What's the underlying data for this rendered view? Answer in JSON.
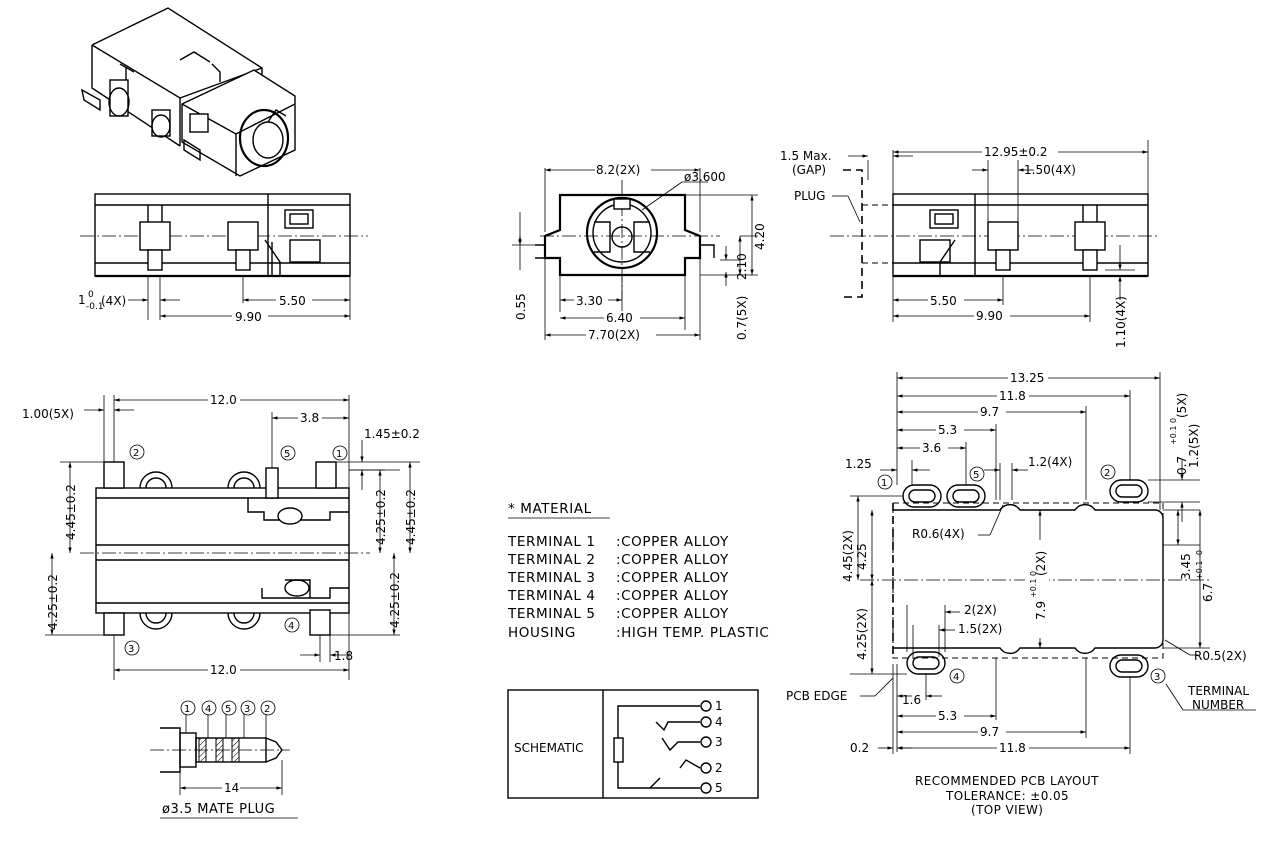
{
  "front_view": {
    "dims": {
      "d1": "1",
      "d1_sup": "0",
      "d1_sub": "-0.1",
      "d1_count": "(4X)",
      "d2": "5.50",
      "d3": "9.90"
    }
  },
  "end_view": {
    "dims": {
      "width": "8.2(2X)",
      "diameter": "ø3.600",
      "h_total": "4.20",
      "h_mid": "2.10",
      "gap_small": "0.55",
      "w1": "3.30",
      "w2": "6.40",
      "w3": "7.70(2X)",
      "t1": "0.7(5X)"
    }
  },
  "side_view": {
    "gap_label": "1.5 Max.",
    "gap_sub": "(GAP)",
    "plug_label": "PLUG",
    "dims": {
      "length": "12.95±0.2",
      "pin_w": "1.50(4X)",
      "d1": "5.50",
      "d2": "9.90",
      "pin_h": "1.10(4X)"
    }
  },
  "top_view": {
    "dims": {
      "w5": "1.00(5X)",
      "len_top": "12.0",
      "d38": "3.8",
      "d145": "1.45±0.2",
      "h_left": "4.45±0.2",
      "h_left2": "4.25±0.2",
      "h_mid_up": "4.25±0.2",
      "h_mid_dn": "4.25±0.2",
      "h_right": "4.45±0.2",
      "len_bot": "12.0",
      "d18": "1.8"
    },
    "terminals": [
      "1",
      "2",
      "3",
      "4",
      "5"
    ]
  },
  "plug": {
    "numbers": [
      "1",
      "4",
      "5",
      "3",
      "2"
    ],
    "length": "14",
    "caption": "ø3.5 MATE PLUG"
  },
  "material": {
    "title": "* MATERIAL",
    "rows": [
      {
        "part": "TERMINAL 1",
        "spec": ":COPPER ALLOY"
      },
      {
        "part": "TERMINAL 2",
        "spec": ":COPPER ALLOY"
      },
      {
        "part": "TERMINAL 3",
        "spec": ":COPPER ALLOY"
      },
      {
        "part": "TERMINAL 4",
        "spec": ":COPPER ALLOY"
      },
      {
        "part": "TERMINAL 5",
        "spec": ":COPPER ALLOY"
      },
      {
        "part": "HOUSING",
        "spec": ":HIGH TEMP. PLASTIC"
      }
    ]
  },
  "schematic": {
    "label": "SCHEMATIC",
    "pins": [
      "1",
      "4",
      "3",
      "2",
      "5"
    ]
  },
  "pcb": {
    "dims": {
      "w1325": "13.25",
      "w118": "11.8",
      "w97": "9.7",
      "w53": "5.3",
      "w36": "3.6",
      "w125": "1.25",
      "w12": "1.2(4X)",
      "h07": "0.7",
      "h07_tol": "+0.1 0",
      "h07_count": "(5X)",
      "h12": "1.2(5X)",
      "r06": "R0.6(4X)",
      "h445": "4.45(2X)",
      "h425": "4.25",
      "h79": "7.9",
      "h79_tol": "+0.1 0",
      "h79_count": "(2X)",
      "h345": "3.45",
      "h67": "6.7",
      "h67_tol": "+0.1 -0",
      "r05": "R0.5(2X)",
      "h425b": "4.25(2X)",
      "d2": "2(2X)",
      "d15": "1.5(2X)",
      "d16": "1.6",
      "b53": "5.3",
      "b97": "9.7",
      "b118": "11.8",
      "d02": "0.2"
    },
    "pcb_edge": "PCB EDGE",
    "terminal_number": "TERMINAL",
    "terminal_number2": "NUMBER",
    "pad_numbers": [
      "1",
      "5",
      "2",
      "4",
      "3"
    ],
    "caption1": "RECOMMENDED PCB LAYOUT",
    "caption2": "TOLERANCE: ±0.05",
    "caption3": "(TOP VIEW)"
  }
}
